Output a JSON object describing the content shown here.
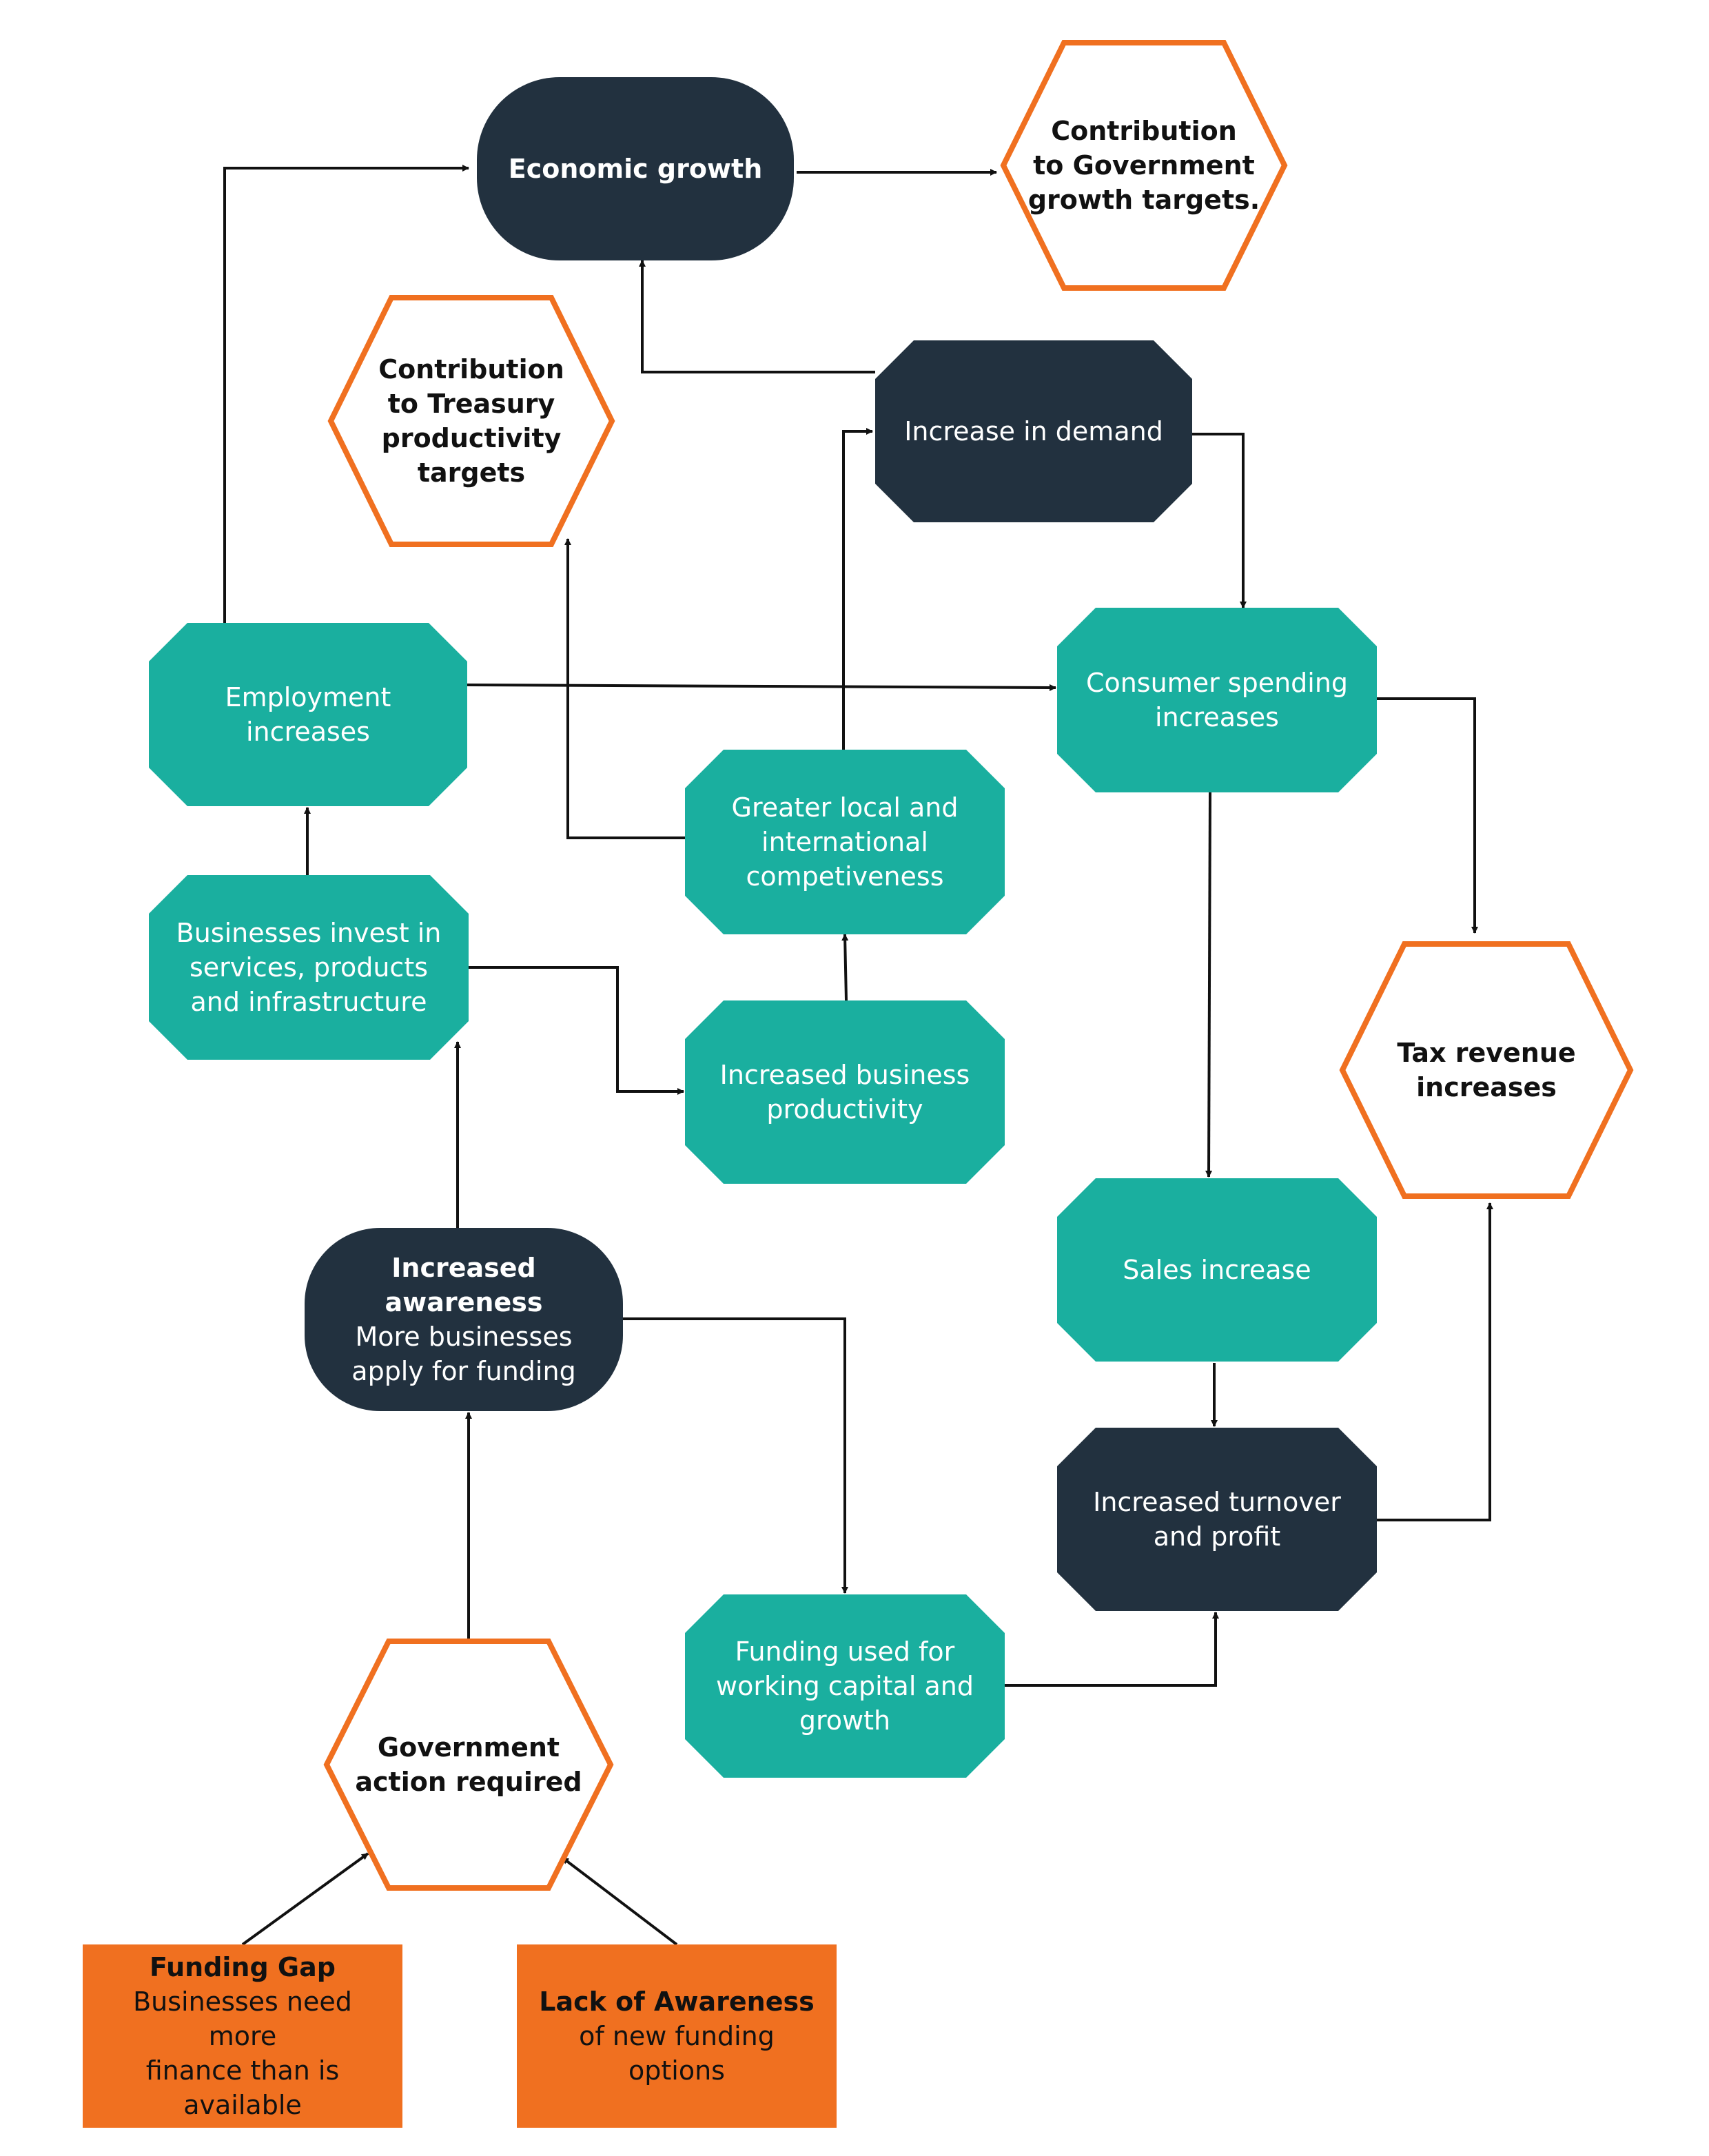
{
  "colors": {
    "teal": "#1aaf9f",
    "dark": "#22313f",
    "orange": "#f07020",
    "line": "#111111"
  },
  "nodes": {
    "economic_growth": "Economic growth",
    "gov_targets": [
      "Contribution",
      "to Government",
      "growth targets."
    ],
    "treasury_targets": [
      "Contribution",
      "to Treasury",
      "productivity",
      "targets"
    ],
    "increase_demand": "Increase in demand",
    "employment": [
      "Employment",
      "increases"
    ],
    "consumer_spending": [
      "Consumer spending",
      "increases"
    ],
    "competitiveness": [
      "Greater local and",
      "international",
      "competiveness"
    ],
    "invest": [
      "Businesses invest in",
      "services, products",
      "and infrastructure"
    ],
    "productivity": [
      "Increased business",
      "productivity"
    ],
    "tax_revenue": [
      "Tax revenue",
      "increases"
    ],
    "sales": "Sales increase",
    "awareness_title": "Increased awareness",
    "awareness_body": [
      "More businesses",
      "apply for funding"
    ],
    "turnover": [
      "Increased turnover",
      "and profit"
    ],
    "funding_used": [
      "Funding used for",
      "working capital and",
      "growth"
    ],
    "gov_action": [
      "Government",
      "action required"
    ],
    "funding_gap_title": "Funding Gap",
    "funding_gap_body": [
      "Businesses need more",
      "finance than is available"
    ],
    "lack_title": "Lack of Awareness",
    "lack_body": "of new funding options"
  }
}
